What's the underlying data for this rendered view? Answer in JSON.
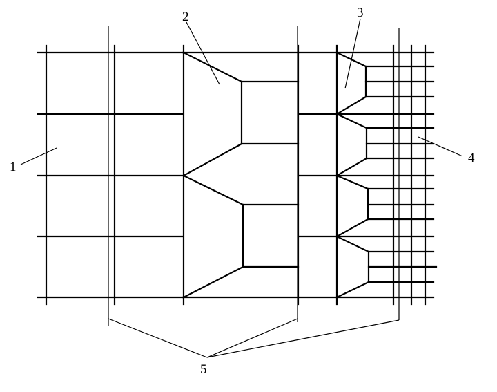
{
  "diagram": {
    "labels": {
      "l1": "1",
      "l2": "2",
      "l3": "3",
      "l4": "4",
      "l5": "5"
    }
  }
}
